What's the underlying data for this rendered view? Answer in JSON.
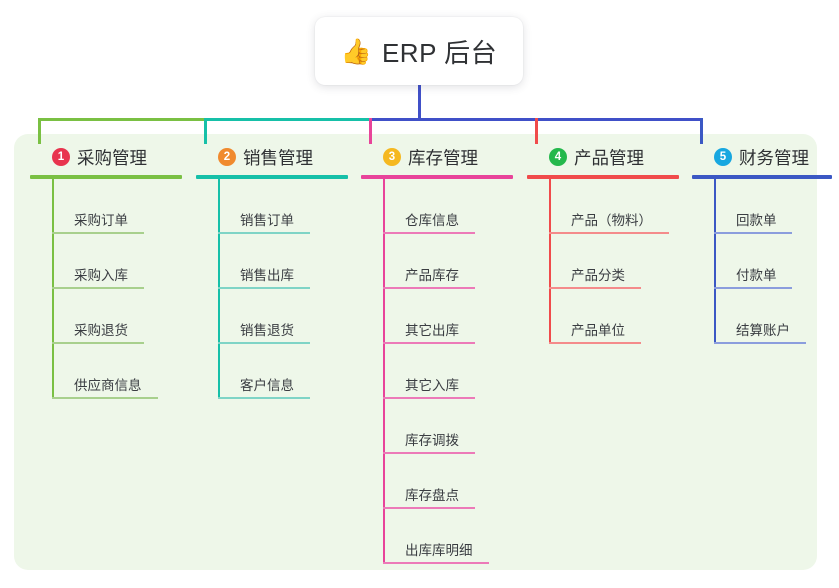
{
  "diagram": {
    "background_color": "#ffffff",
    "panel_color": "#eef7e9",
    "root": {
      "icon": "thumbs-up-icon",
      "emoji": "👍",
      "title": "ERP 后台",
      "connector_color": "#4050c8"
    },
    "trunk": {
      "segments": [
        {
          "color": "#7ac043"
        },
        {
          "color": "#16c0a8"
        },
        {
          "color": "#4050c8"
        }
      ]
    },
    "columns": [
      {
        "number": "1",
        "title": "采购管理",
        "badge_color": "#e8344e",
        "line_color": "#7ac043",
        "item_line_color": "#a8d08d",
        "items": [
          {
            "label": "采购订单"
          },
          {
            "label": "采购入库"
          },
          {
            "label": "采购退货"
          },
          {
            "label": "供应商信息"
          }
        ]
      },
      {
        "number": "2",
        "title": "销售管理",
        "badge_color": "#f08a2e",
        "line_color": "#16c0a8",
        "item_line_color": "#7fd4c6",
        "items": [
          {
            "label": "销售订单"
          },
          {
            "label": "销售出库"
          },
          {
            "label": "销售退货"
          },
          {
            "label": "客户信息"
          }
        ]
      },
      {
        "number": "3",
        "title": "库存管理",
        "badge_color": "#f5b820",
        "line_color": "#e8449a",
        "item_line_color": "#ec7ab8",
        "items": [
          {
            "label": "仓库信息"
          },
          {
            "label": "产品库存"
          },
          {
            "label": "其它出库"
          },
          {
            "label": "其它入库"
          },
          {
            "label": "库存调拨"
          },
          {
            "label": "库存盘点"
          },
          {
            "label": "出库库明细"
          }
        ]
      },
      {
        "number": "4",
        "title": "产品管理",
        "badge_color": "#24b84c",
        "line_color": "#f04b4b",
        "item_line_color": "#f48b8b",
        "items": [
          {
            "label": "产品（物料）"
          },
          {
            "label": "产品分类"
          },
          {
            "label": "产品单位"
          }
        ]
      },
      {
        "number": "5",
        "title": "财务管理",
        "badge_color": "#17a7e0",
        "line_color": "#3b58c4",
        "item_line_color": "#8b9ddd",
        "items": [
          {
            "label": "回款单"
          },
          {
            "label": "付款单"
          },
          {
            "label": "结算账户"
          }
        ]
      }
    ]
  }
}
